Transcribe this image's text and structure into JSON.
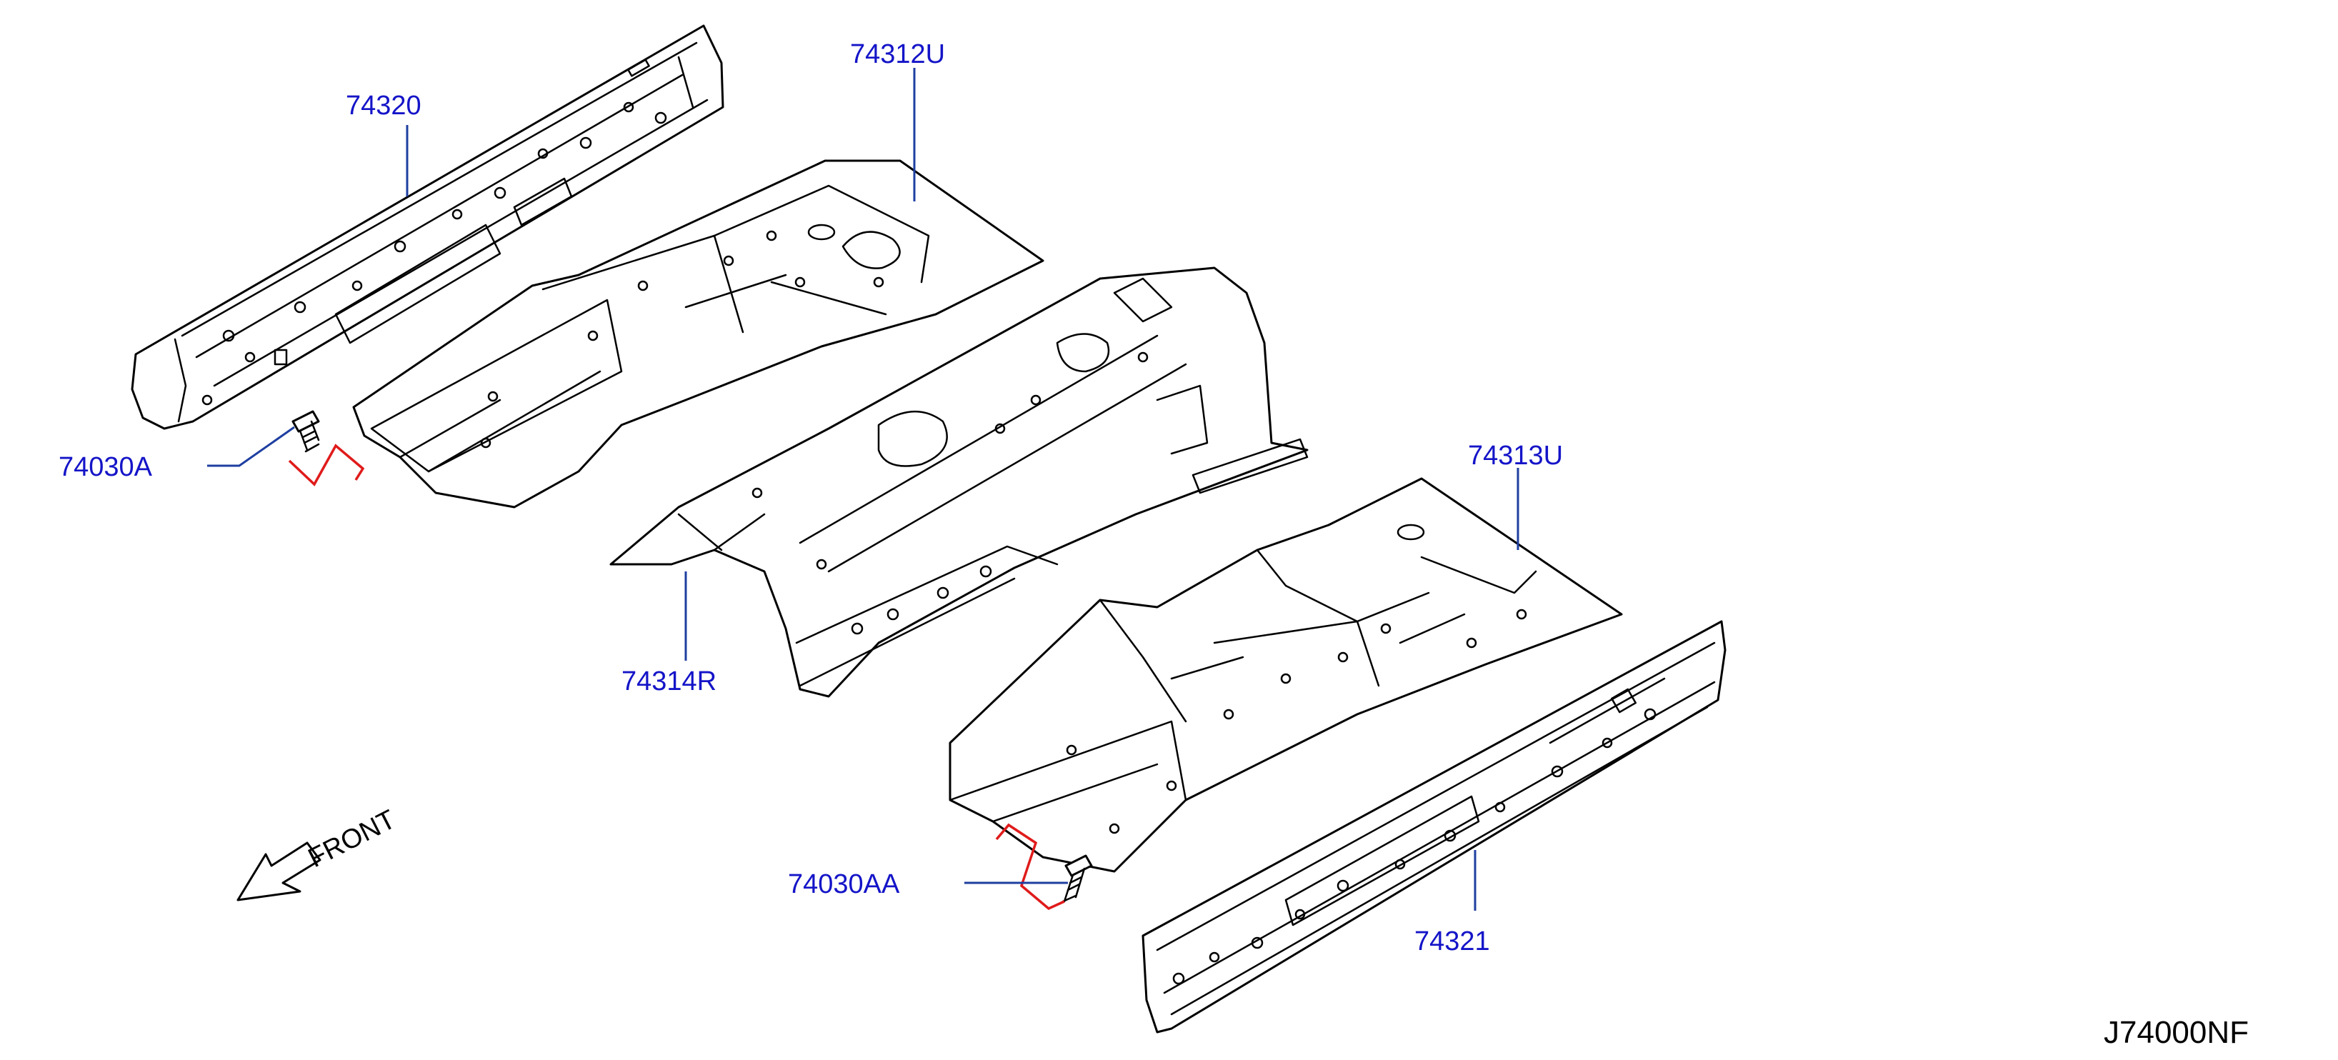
{
  "colors": {
    "label": "#1414c8",
    "leader": "#1e3fa0",
    "clip": "#e01b1b",
    "line": "#000000",
    "code": "#000000"
  },
  "labels": {
    "p74320": "74320",
    "p74312U": "74312U",
    "p74030A": "74030A",
    "p74314R": "74314R",
    "p74313U": "74313U",
    "p74030AA": "74030AA",
    "p74321": "74321"
  },
  "front_label": "FRONT",
  "diagram_code": "J74000NF"
}
